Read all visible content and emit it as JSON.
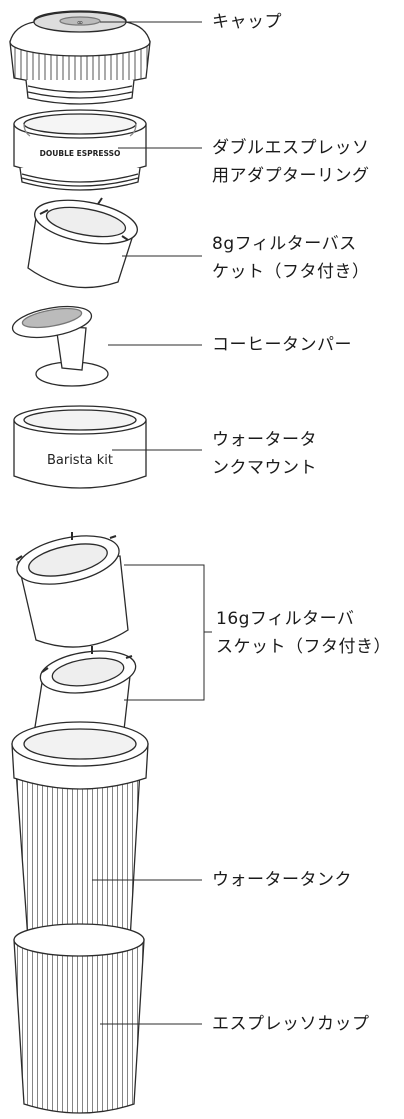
{
  "parts": [
    {
      "id": "cap",
      "lines": [
        "キャップ"
      ]
    },
    {
      "id": "adapter",
      "lines": [
        "ダブルエスプレッソ",
        "用アダプターリング"
      ]
    },
    {
      "id": "basket8",
      "lines": [
        "8gフィルターバス",
        "ケット（フタ付き）"
      ]
    },
    {
      "id": "tamper",
      "lines": [
        "コーヒータンパー"
      ]
    },
    {
      "id": "mount",
      "lines": [
        "ウォータータ",
        "ンクマウント"
      ]
    },
    {
      "id": "basket16",
      "lines": [
        "16gフィルターバ",
        "スケット（フタ付き）"
      ]
    },
    {
      "id": "tank",
      "lines": [
        "ウォータータンク"
      ]
    },
    {
      "id": "cup",
      "lines": [
        "エスプレッソカップ"
      ]
    }
  ],
  "product_prints": {
    "cap_logo": "∞",
    "adapter_band": "DOUBLE ESPRESSO",
    "mount_band": "Barista kit"
  },
  "colors": {
    "line": "#2b2b2b",
    "gray": "#8a8a8a",
    "dark": "#555555"
  }
}
